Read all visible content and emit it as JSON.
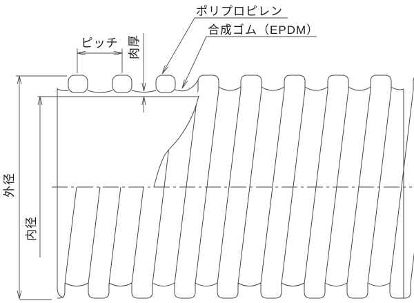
{
  "diagram": {
    "labels": {
      "polypropylene": "ポリプロピレン",
      "epdm": "合成ゴム（EPDM）",
      "pitch": "ピッチ",
      "wall_thickness": "肉厚",
      "outer_diameter": "外径",
      "inner_diameter": "内径"
    },
    "colors": {
      "line": "#454545",
      "text": "#1c1c1c",
      "background": "#ffffff"
    }
  }
}
